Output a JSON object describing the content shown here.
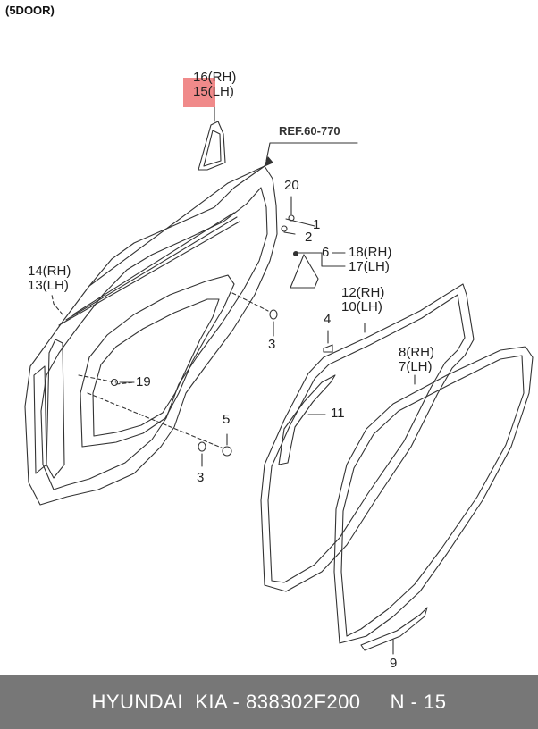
{
  "title": "(5DOOR)",
  "reference": "REF.60-770",
  "highlight_color": "#f08a8a",
  "callouts": {
    "c16": "16(RH)",
    "c15": "15(LH)",
    "c20": "20",
    "c1": "1",
    "c2": "2",
    "c6": "6",
    "c18": "18(RH)",
    "c17": "17(LH)",
    "c14": "14(RH)",
    "c13": "13(LH)",
    "c12": "12(RH)",
    "c10": "10(LH)",
    "c3a": "3",
    "c4": "4",
    "c8": "8(RH)",
    "c7": "7(LH)",
    "c19": "19",
    "c11": "11",
    "c5": "5",
    "c3b": "3",
    "c9": "9"
  },
  "footer": {
    "brand": "HYUNDAI  KIA - 838302F200",
    "page": "N - 15"
  }
}
